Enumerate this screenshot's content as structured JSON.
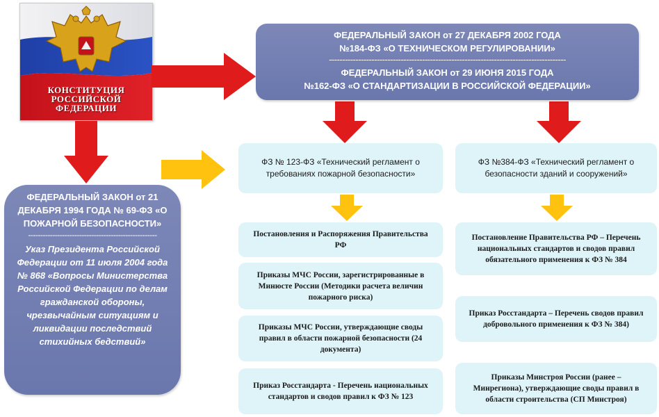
{
  "constitution": {
    "line1": "КОНСТИТУЦИЯ",
    "line2": "РОССИЙСКОЙ",
    "line3": "ФЕДЕРАЦИИ"
  },
  "top_law": {
    "law1_line1": "ФЕДЕРАЛЬНЫЙ ЗАКОН от 27 ДЕКАБРЯ 2002 ГОДА",
    "law1_line2": "№184-ФЗ «О ТЕХНИЧЕСКОМ РЕГУЛИРОВАНИИ»",
    "separator": "-----------------------------------------------------------------------------------------",
    "law2_line1": "ФЕДЕРАЛЬНЫЙ ЗАКОН от 29 ИЮНЯ 2015 ГОДА",
    "law2_line2": "№162-ФЗ «О СТАНДАРТИЗАЦИИ В РОССИЙСКОЙ ФЕДЕРАЦИИ»"
  },
  "left_law": {
    "head": "ФЕДЕРАЛЬНЫЙ ЗАКОН от 21 ДЕКАБРЯ 1994 ГОДА № 69-ФЗ «О ПОЖАРНОЙ БЕЗОПАСНОСТИ»",
    "separator": "-----------------------------------------------------",
    "decree": "Указ Президента Российской Федерации от 11 июля 2004 года № 868 «Вопросы Министерства Российской Федерации по делам гражданской обороны, чрезвычайным ситуациям и ликвидации последствий стихийных бедствий»"
  },
  "regulations": {
    "fire": "ФЗ № 123-ФЗ «Технический регламент о требованиях пожарной безопасности»",
    "buildings": "ФЗ №384-ФЗ «Технический регламент о безопасности зданий и сооружений»"
  },
  "left_docs": [
    "Постановления  и Распоряжения Правительства  РФ",
    "Приказы  МЧС России, зарегистрированные в Минюсте России (Методики  расчета величин  пожарного  риска)",
    "Приказы  МЧС России, утверждающие своды правил  в области  пожарной безопасности  (24 документа)",
    "Приказ  Росстандарта  - Перечень национальных  стандартов  и сводов правил к ФЗ № 123"
  ],
  "right_docs": [
    "Постановление  Правительства  РФ – Перечень  национальных  стандартов  и сводов правил  обязательного  применения к ФЗ № 384",
    "Приказ Росстандарта  – Перечень  сводов правил  добровольного  применения к ФЗ № 384)",
    "Приказы  Минстроя  России (ранее – Минрегиона),  утверждающие своды правил  в области  строительства (СП Минстроя)"
  ],
  "colors": {
    "law_box": "#7480b3",
    "doc_box": "#dff4f8",
    "red_arrow": "#e01b1b",
    "yellow_arrow": "#ffc20e"
  }
}
